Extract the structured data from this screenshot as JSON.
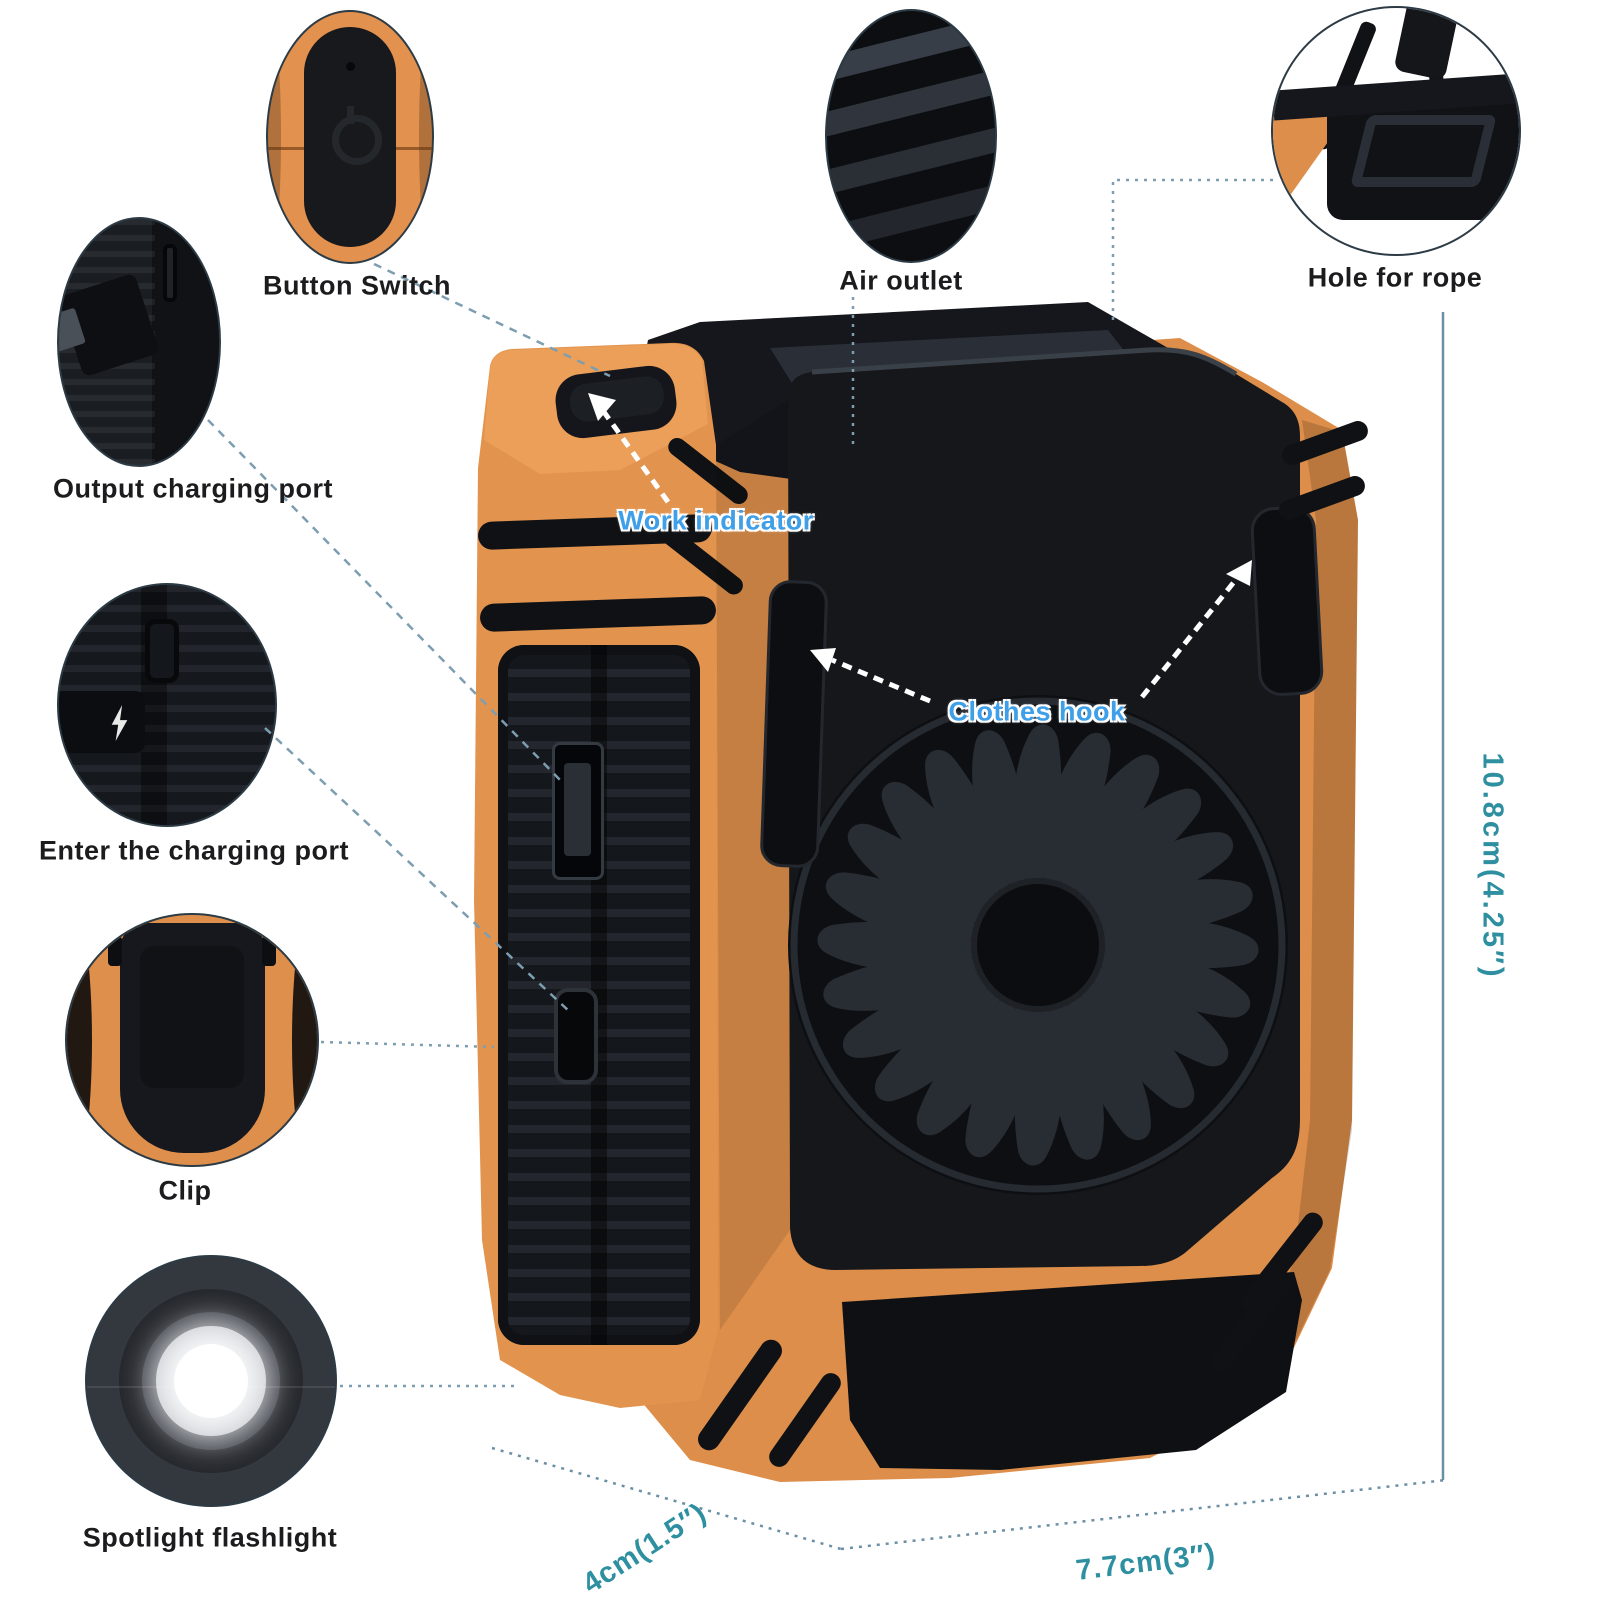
{
  "callouts": {
    "button_switch": "Button Switch",
    "air_outlet": "Air outlet",
    "hole_for_rope": "Hole for rope",
    "output_charging_port": "Output charging port",
    "work_indicator": "Work indicator",
    "clothes_hook": "Clothes hook",
    "enter_charging_port": "Enter the charging port",
    "clip": "Clip",
    "spotlight_flashlight": "Spotlight flashlight"
  },
  "dimensions": {
    "height": "10.8cm(4.25″)",
    "depth": "4cm(1.5″)",
    "width": "7.7cm(3″)"
  },
  "colors": {
    "body_orange": "#dd8e4a",
    "body_black": "#15171b",
    "label_blue": "#3f9fe8",
    "dimension_teal": "#2e8fa0",
    "leader_line": "#7d9db0"
  }
}
